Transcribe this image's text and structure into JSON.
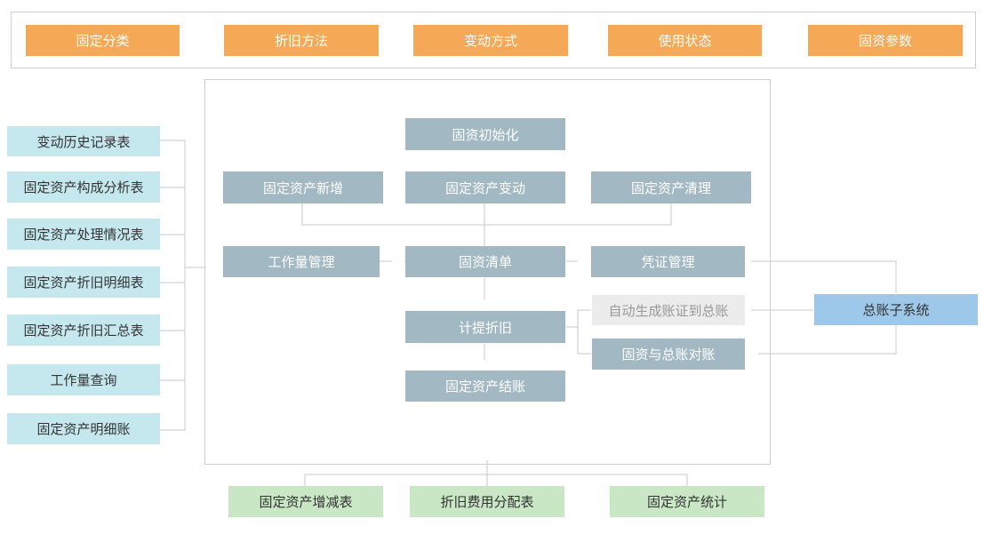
{
  "top_menu": [
    "固定分类",
    "折旧方法",
    "变动方式",
    "使用状态",
    "固资参数"
  ],
  "reports": [
    "变动历史记录表",
    "固定资产构成分析表",
    "固定资产处理情况表",
    "固定资产折旧明细表",
    "固定资产折旧汇总表",
    "工作量查询",
    "固定资产明细账"
  ],
  "flow": {
    "init": "固资初始化",
    "add": "固定资产新增",
    "change": "固定资产变动",
    "clear": "固定资产清理",
    "workload": "工作量管理",
    "list": "固资清单",
    "voucher": "凭证管理",
    "auto_gen": "自动生成账证到总账",
    "depreciation": "计提折旧",
    "reconcile": "固资与总账对账",
    "closing": "固定资产结账"
  },
  "ledger": "总账子系统",
  "outputs": [
    "固定资产增减表",
    "折旧费用分配表",
    "固定资产统计"
  ],
  "colors": {
    "menu": "#f5a855",
    "report": "#c5e8ee",
    "process": "#a2b8c2",
    "auto": "#ececec",
    "output": "#c9e6c5",
    "ledger": "#9ec8ea"
  }
}
